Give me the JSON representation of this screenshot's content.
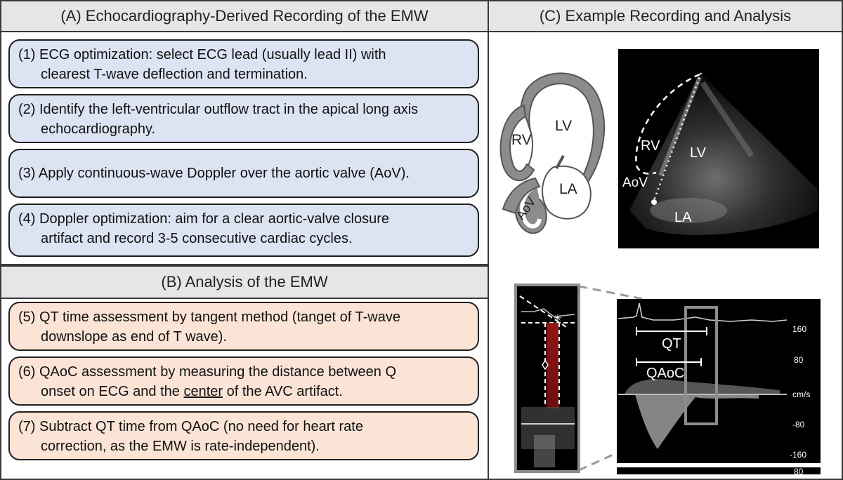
{
  "panel_a": {
    "title": "(A) Echocardiography-Derived Recording of the EMW",
    "steps": [
      {
        "line1": "(1) ECG optimization: select ECG lead (usually lead II) with",
        "line2": "clearest T-wave deflection and termination."
      },
      {
        "line1": "(2) Identify the left-ventricular outflow tract in the apical long axis",
        "line2": "echocardiography."
      },
      {
        "line1": "(3) Apply continuous-wave Doppler over the aortic valve (AoV).",
        "line2": ""
      },
      {
        "line1": "(4) Doppler optimization: aim for a clear aortic-valve closure",
        "line2": "artifact and record 3-5 consecutive cardiac cycles."
      }
    ]
  },
  "panel_b": {
    "title": "(B) Analysis of the EMW",
    "steps": [
      {
        "line1": "(5) QT time assessment by tangent method (tanget of T-wave",
        "line2": "downslope as end of T wave)."
      },
      {
        "line1": "(6) QAoC assessment by measuring the distance between Q",
        "line2_pre": "onset on ECG and the ",
        "line2_u": "center",
        "line2_post": " of the AVC artifact."
      },
      {
        "line1": "(7) Subtract QT time from QAoC (no need for heart rate",
        "line2": "correction, as the EMW is rate-independent)."
      }
    ]
  },
  "panel_c": {
    "title": "(C) Example Recording and Analysis",
    "schematic_labels": {
      "rv": "RV",
      "lv": "LV",
      "la": "LA",
      "aov": "AoV"
    },
    "echo_labels": {
      "rv": "RV",
      "lv": "LV",
      "la": "LA",
      "aov": "AoV"
    },
    "doppler": {
      "qt_label": "QT",
      "qaoc_label": "QAoC",
      "scale_ticks": [
        "160",
        "80",
        "cm/s",
        "-80",
        "-160"
      ],
      "bottom_tick": "80"
    }
  }
}
